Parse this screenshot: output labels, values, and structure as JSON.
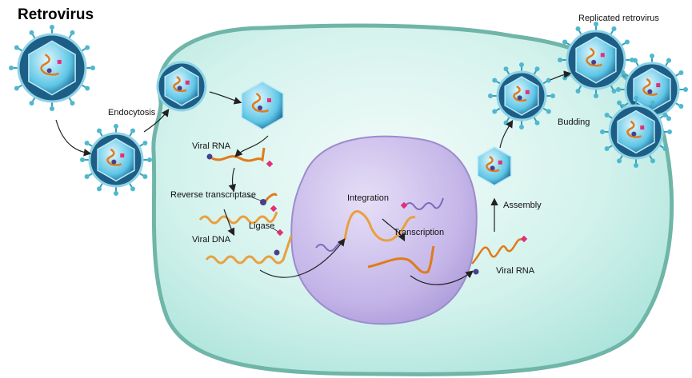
{
  "title": "Retrovirus",
  "labels": {
    "endocytosis": "Endocytosis",
    "viral_rna_1": "Viral RNA",
    "reverse_transcriptase": "Reverse transcriptase",
    "ligase": "Ligase",
    "viral_dna": "Viral DNA",
    "integration": "Integration",
    "transcription": "Transcription",
    "viral_rna_2": "Viral RNA",
    "assembly": "Assembly",
    "budding": "Budding",
    "replicated": "Replicated retrovirus"
  },
  "colors": {
    "cell_fill": "#c9efe8",
    "cell_stroke": "#6fb5a8",
    "nucleus": "#b9a6e0",
    "capsid": "#5fc6e6",
    "rna": "#e07b1a",
    "dna": "#e8a040",
    "host_dna": "#7a6ac0",
    "enzyme": "#e0307a",
    "protein": "#4a3f8a"
  }
}
